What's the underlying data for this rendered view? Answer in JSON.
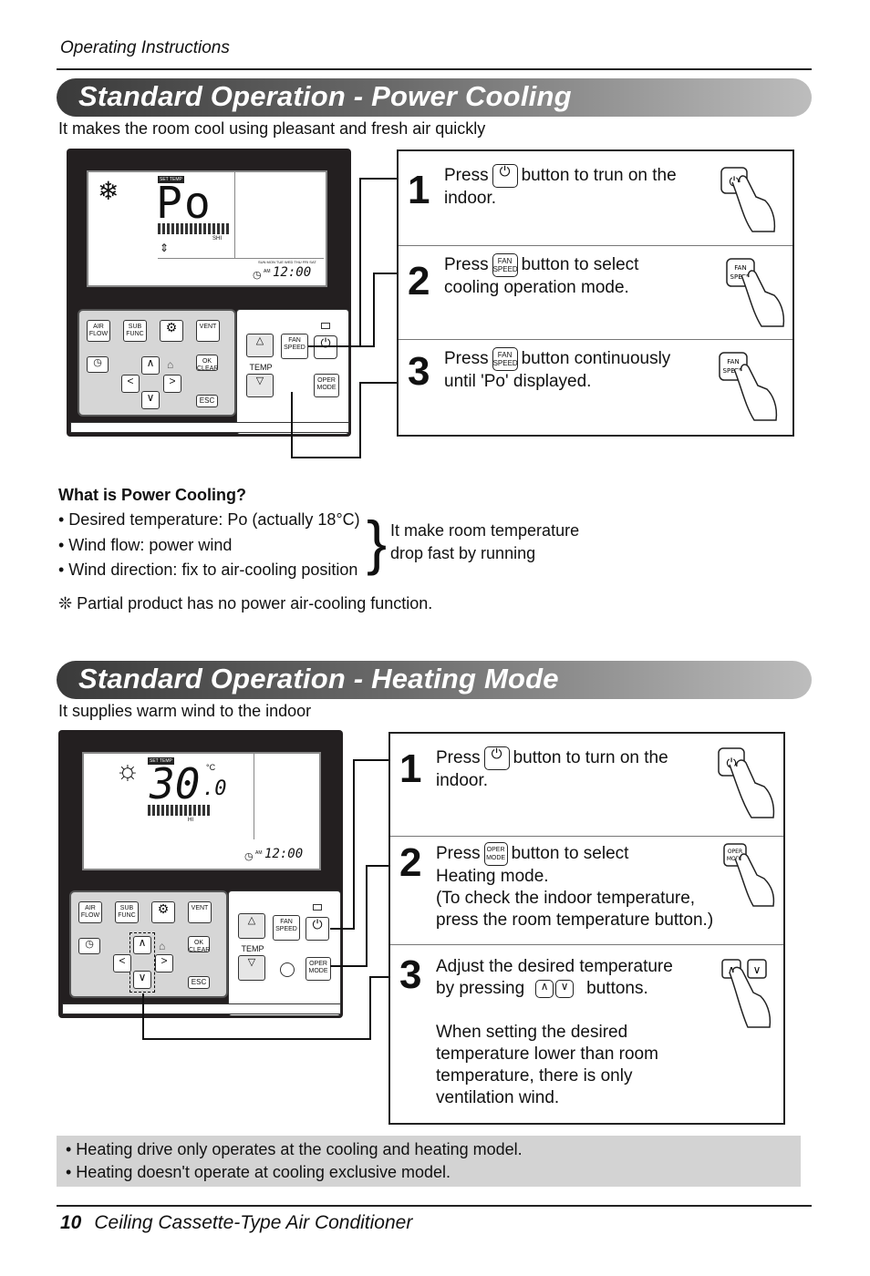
{
  "header": {
    "section": "Operating Instructions"
  },
  "cooling": {
    "title": "Standard Operation - Power Cooling",
    "subtitle": "It makes the room cool using pleasant and fresh air quickly",
    "lcd": {
      "set_temp": "SET TEMP",
      "main": "Po",
      "fan": "SHI",
      "time": "12:00",
      "am": "AM",
      "mode_strip": "SUN MON TUE WED THU FRI SAT"
    },
    "steps": [
      {
        "num": "1",
        "pre": "Press",
        "btn": "power",
        "post": "button to trun on the",
        "line2": "indoor."
      },
      {
        "num": "2",
        "pre": "Press",
        "btn": "FAN SPEED",
        "post": "button to select",
        "line2": "cooling operation mode."
      },
      {
        "num": "3",
        "pre": "Press",
        "btn": "FAN SPEED",
        "post": "button continuously",
        "line2": "until 'Po' displayed."
      }
    ],
    "what_title": "What is Power Cooling?",
    "bullets": [
      "• Desired temperature: Po (actually 18°C)",
      "• Wind flow: power wind",
      "• Wind direction: fix to air-cooling position"
    ],
    "brace_text": [
      "It make room temperature",
      "drop fast by running"
    ],
    "note": "❊ Partial product has no power air-cooling function."
  },
  "heating": {
    "title": "Standard Operation - Heating Mode",
    "subtitle": "It supplies warm wind to the indoor",
    "lcd": {
      "set_temp": "SET TEMP",
      "main": "30",
      "decimal": ".0",
      "unit": "°C",
      "fan": "HI",
      "time": "12:00",
      "am": "AM"
    },
    "steps": [
      {
        "num": "1",
        "pre": "Press",
        "btn": "power",
        "post": "button to turn on the",
        "line2": "indoor."
      },
      {
        "num": "2",
        "pre": "Press",
        "btn": "OPER MODE",
        "post": "button to select",
        "line2": "Heating mode.",
        "line3": "(To check the indoor temperature,",
        "line4": "press the room temperature button.)"
      },
      {
        "num": "3",
        "line1": "Adjust the desired temperature",
        "pre": "by pressing",
        "post": "buttons.",
        "line3": "When setting the desired",
        "line4": "temperature lower than room",
        "line5": "temperature, there is only",
        "line6": "ventilation wind."
      }
    ],
    "notes": [
      "• Heating drive only operates at the cooling and heating model.",
      "• Heating doesn't operate at cooling exclusive model."
    ]
  },
  "remote_buttons": {
    "air_flow": "AIR FLOW",
    "sub_func": "SUB FUNC",
    "vent": "VENT",
    "ok_clear": "OK CLEAR",
    "esc": "ESC",
    "temp": "TEMP",
    "fan_speed": "FAN SPEED",
    "oper_mode": "OPER MODE"
  },
  "footer": {
    "page": "10",
    "title": "Ceiling Cassette-Type Air Conditioner"
  }
}
